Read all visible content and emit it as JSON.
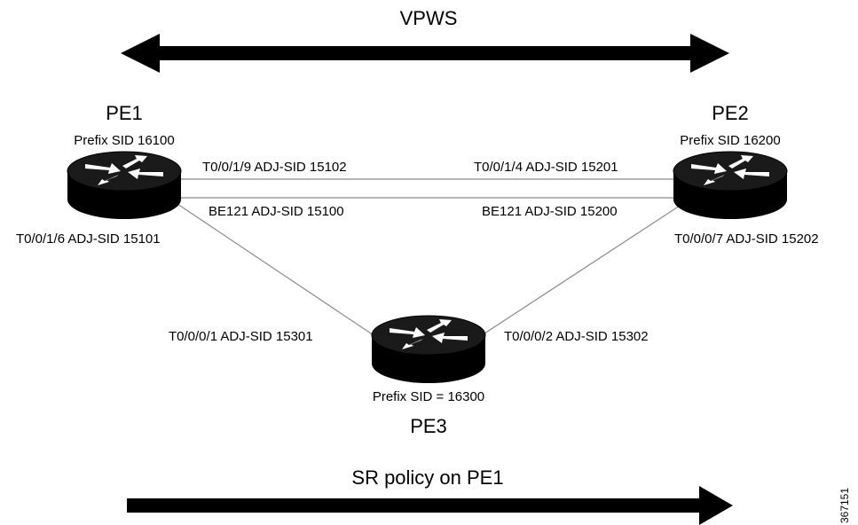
{
  "diagram": {
    "top_arrow_label": "VPWS",
    "bottom_arrow_label": "SR policy on PE1",
    "figure_id": "367151",
    "routers": {
      "pe1": {
        "name": "PE1",
        "prefix_sid": "Prefix SID 16100"
      },
      "pe2": {
        "name": "PE2",
        "prefix_sid": "Prefix SID 16200"
      },
      "pe3": {
        "name": "PE3",
        "prefix_sid": "Prefix SID = 16300"
      }
    },
    "links": {
      "pe1_pe2_top_left": "T0/0/1/9 ADJ-SID 15102",
      "pe1_pe2_top_right": "T0/0/1/4 ADJ-SID 15201",
      "pe1_pe2_bottom_left": "BE121 ADJ-SID 15100",
      "pe1_pe2_bottom_right": "BE121 ADJ-SID 15200",
      "pe1_pe3": "T0/0/1/6 ADJ-SID 15101",
      "pe2_pe3": "T0/0/0/7 ADJ-SID 15202",
      "pe3_pe1": "T0/0/0/1 ADJ-SID 15301",
      "pe3_pe2": "T0/0/0/2 ADJ-SID 15302"
    }
  }
}
